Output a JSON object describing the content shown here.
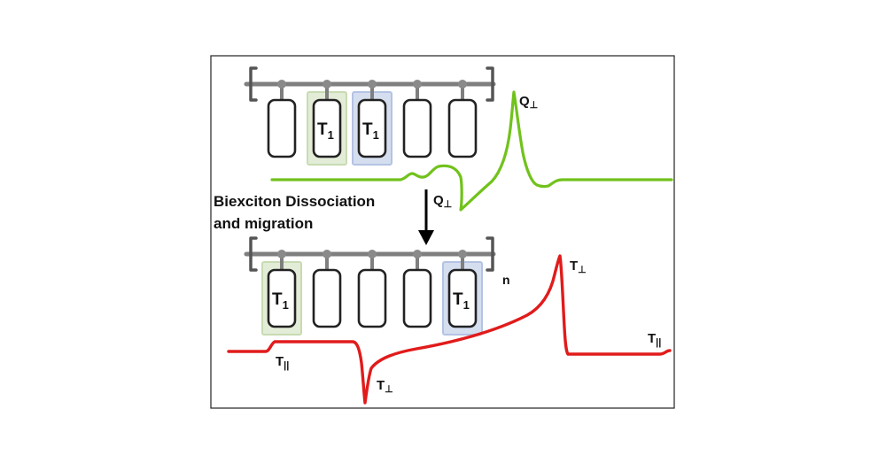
{
  "top_chain": {
    "units": [
      {
        "label": "",
        "highlight": "none"
      },
      {
        "label": "T",
        "sub": "1",
        "highlight": "green"
      },
      {
        "label": "T",
        "sub": "1",
        "highlight": "blue"
      },
      {
        "label": "",
        "highlight": "none"
      },
      {
        "label": "",
        "highlight": "none"
      }
    ]
  },
  "bottom_chain": {
    "repeat_label": "n",
    "units": [
      {
        "label": "T",
        "sub": "1",
        "highlight": "green"
      },
      {
        "label": "",
        "highlight": "none"
      },
      {
        "label": "",
        "highlight": "none"
      },
      {
        "label": "",
        "highlight": "none"
      },
      {
        "label": "T",
        "sub": "1",
        "highlight": "blue"
      }
    ]
  },
  "process": {
    "line1": "Biexciton Dissociation",
    "line2": "and migration"
  },
  "green_spectrum": {
    "label_peak": {
      "main": "Q",
      "sub": "⊥"
    },
    "label_trough": {
      "main": "Q",
      "sub": "⊥"
    }
  },
  "red_spectrum": {
    "label_left_step": {
      "main": "T",
      "sub": "||"
    },
    "label_trough": {
      "main": "T",
      "sub": "⊥"
    },
    "label_peak": {
      "main": "T",
      "sub": "⊥"
    },
    "label_right_step": {
      "main": "T",
      "sub": "||"
    }
  },
  "colors": {
    "green_trace": "#71c21c",
    "red_trace": "#e11b1b",
    "highlight_green": "#e3ecd7",
    "highlight_blue": "#d5deef"
  }
}
